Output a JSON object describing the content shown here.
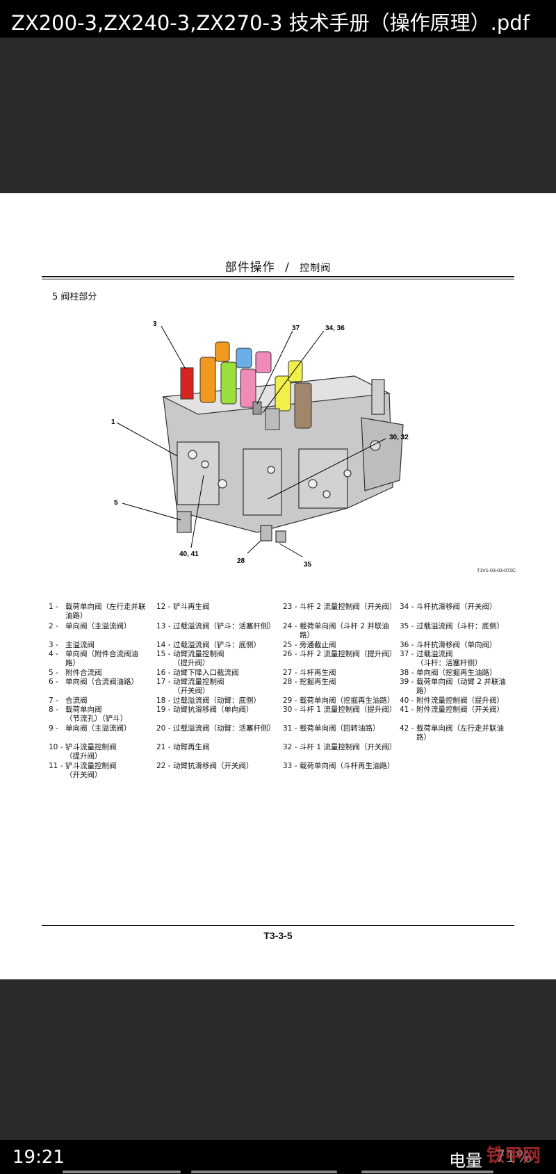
{
  "window": {
    "title": "ZX200-3,ZX240-3,ZX270-3 技术手册（操作原理）.pdf"
  },
  "document": {
    "header_main": "部件操作",
    "header_sep": "/",
    "header_sub": "控制阀",
    "section_title": "5 阀柱部分",
    "figure_code": "T1V1-03-03-072C",
    "page_number": "T3-3-5",
    "callouts": {
      "c3": "3",
      "c37": "37",
      "c34_36": "34, 36",
      "c1": "1",
      "c30_32": "30, 32",
      "c5": "5",
      "c40_41": "40, 41",
      "c28": "28",
      "c35": "35"
    },
    "legend": {
      "col1": [
        {
          "num": "1 -",
          "text": "载荷单向阀（左行走并联\n油路）"
        },
        {
          "num": "2 -",
          "text": "单向阀（主溢流阀）"
        },
        {
          "num": "3 -",
          "text": "主溢流阀"
        },
        {
          "num": "4 -",
          "text": "单向阀（附件合流阀油\n路）"
        },
        {
          "num": "5 -",
          "text": "附件合流阀"
        },
        {
          "num": "6 -",
          "text": "单向阀（合流阀油路）"
        },
        {
          "num": "7 -",
          "text": "合流阀"
        },
        {
          "num": "8 -",
          "text": "载荷单向阀\n（节流孔）（铲斗）"
        },
        {
          "num": "9 -",
          "text": "单向阀（主溢流阀）"
        },
        {
          "num": "10 -",
          "text": "铲斗流量控制阀\n（提升阀）"
        },
        {
          "num": "11 -",
          "text": "铲斗流量控制阀\n（开关阀）"
        }
      ],
      "col2": [
        {
          "num": "12 -",
          "text": "铲斗再生阀"
        },
        {
          "num": "13 -",
          "text": "过载溢流阀（铲斗：活塞杆侧）"
        },
        {
          "num": "14 -",
          "text": "过载溢流阀（铲斗：底侧）"
        },
        {
          "num": "15 -",
          "text": "动臂流量控制阀\n（提升阀）"
        },
        {
          "num": "16 -",
          "text": "动臂下降入口截流阀"
        },
        {
          "num": "17 -",
          "text": "动臂流量控制阀\n（开关阀）"
        },
        {
          "num": "18 -",
          "text": "过载溢流阀（动臂：底侧）"
        },
        {
          "num": "19 -",
          "text": "动臂抗滑移阀（单向阀）"
        },
        {
          "num": "20 -",
          "text": "过载溢流阀（动臂：活塞杆侧）"
        },
        {
          "num": "21 -",
          "text": "动臂再生阀"
        },
        {
          "num": "22 -",
          "text": "动臂抗滑移阀（开关阀）"
        }
      ],
      "col3": [
        {
          "num": "23 -",
          "text": "斗杆 2 流量控制阀（开关阀）"
        },
        {
          "num": "24 -",
          "text": "载荷单向阀（斗杆 2 并联油\n路）"
        },
        {
          "num": "25 -",
          "text": "旁通截止阀"
        },
        {
          "num": "26 -",
          "text": "斗杆 2 流量控制阀（提升阀）"
        },
        {
          "num": "27 -",
          "text": "斗杆再生阀"
        },
        {
          "num": "28 -",
          "text": "挖掘再生阀"
        },
        {
          "num": "29 -",
          "text": "载荷单向阀（挖掘再生油路）"
        },
        {
          "num": "30 -",
          "text": "斗杆 1 流量控制阀（提升阀）"
        },
        {
          "num": "31 -",
          "text": "载荷单向阀（回转油路）"
        },
        {
          "num": "32 -",
          "text": "斗杆 1 流量控制阀（开关阀）"
        },
        {
          "num": "33 -",
          "text": "载荷单向阀（斗杆再生油路）"
        }
      ],
      "col4": [
        {
          "num": "34 -",
          "text": "斗杆抗滑移阀（开关阀）"
        },
        {
          "num": "35 -",
          "text": "过载溢流阀（斗杆：底侧）"
        },
        {
          "num": "36 -",
          "text": "斗杆抗滑移阀（单向阀）"
        },
        {
          "num": "37 -",
          "text": "过载溢流阀\n（斗杆：活塞杆侧）"
        },
        {
          "num": "38 -",
          "text": "单向阀（挖掘再生油路）"
        },
        {
          "num": "39 -",
          "text": "载荷单向阀（动臂 2 并联油\n路）"
        },
        {
          "num": "40 -",
          "text": "附件流量控制阀（提升阀）"
        },
        {
          "num": "41 -",
          "text": "附件流量控制阀（开关阀）"
        },
        {
          "num": "42 -",
          "text": "载荷单向阀（左行走并联油\n路）"
        }
      ]
    }
  },
  "status": {
    "time": "19:21",
    "battery_label": "电量",
    "battery_value": "71%",
    "watermark": "铁甲网"
  },
  "colors": {
    "valve_red": "#d8241f",
    "valve_orange": "#f29a1f",
    "valve_green": "#9be03a",
    "valve_pink": "#f08ab8",
    "valve_blue": "#6aaee8",
    "valve_yellow": "#f2ef4a",
    "valve_brown": "#a0866a",
    "body_gray": "#c9c9c9"
  }
}
